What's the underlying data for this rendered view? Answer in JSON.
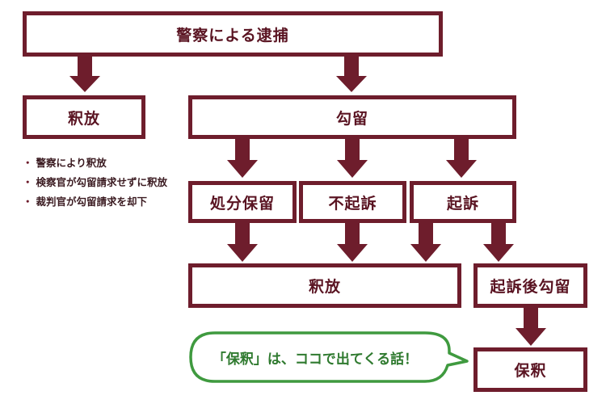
{
  "colors": {
    "primary": "#6e1d2c",
    "bubble": "#3f9a3f"
  },
  "boxes": {
    "arrest": "警察による逮捕",
    "release_top": "釈放",
    "detention": "勾留",
    "suspended": "処分保留",
    "no_indict": "不起訴",
    "indict": "起訴",
    "release_bottom": "釈放",
    "post_indict_detention": "起訴後勾留",
    "bail": "保釈"
  },
  "notes": [
    "警察により釈放",
    "検察官が勾留請求せずに釈放",
    "裁判官が勾留請求を却下"
  ],
  "note_bullet": "・",
  "bubble_text": "「保釈」は、ココで出てくる話！"
}
